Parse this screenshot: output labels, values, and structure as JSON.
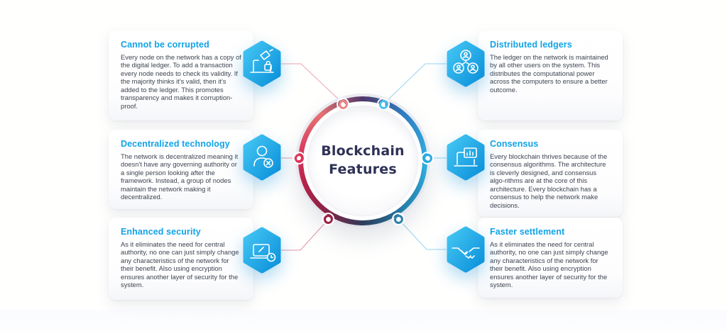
{
  "center": {
    "line1": "Blockchain",
    "line2": "Features"
  },
  "features": {
    "left": [
      {
        "title": "Cannot be corrupted",
        "body": "Every node on the network has a copy of the digital ledger. To add a transaction every node needs to check its validity. If the majority thinks it's valid, then it's added to the ledger. This promotes transparency and makes it corruption-proof.",
        "icon": "ballot-laptop-icon"
      },
      {
        "title": "Decentralized technology",
        "body": "The network is decentralized meaning it doesn't have any governing authority or a single person looking after the framework. Instead, a group of nodes maintain the network making it decentralized.",
        "icon": "user-remove-icon"
      },
      {
        "title": "Enhanced security",
        "body": "As it eliminates the need for central authority, no one can just simply change any characteristics of the network for their benefit. Also using encryption ensures another layer of security for the system.",
        "icon": "laptop-secure-icon"
      }
    ],
    "right": [
      {
        "title": "Distributed ledgers",
        "body": "The ledger on the network is maintained by all other users on the system. This distributes the computational power across the computers to ensure a better outcome.",
        "icon": "user-network-icon"
      },
      {
        "title": "Consensus",
        "body": "Every blockchain thrives because of the consensus algorithms. The architecture is cleverly designed, and consensus algo-rithms are at the core of this architecture. Every blockchain has a consensus to help the network make decisions.",
        "icon": "laptop-chart-icon"
      },
      {
        "title": "Faster settlement",
        "body": "As it eliminates the need for central authority, no one can just simply change any characteristics of the network for their benefit. Also using encryption ensures another layer of security for the system.",
        "icon": "handshake-icon"
      }
    ]
  },
  "colors": {
    "card_title_blue": "#12a3e6",
    "body_text": "#3e4450",
    "center_text_navy": "#2e3156",
    "hexagon_gradient_top": "#45c6f3",
    "hexagon_gradient_bottom": "#0a90da",
    "ring_red": "#e0335a",
    "ring_cyan": "#2fb9ec",
    "ring_purple_top": "#50396b",
    "ring_navy_bottom": "#2a3c59",
    "connector_left_pink": "#efa3ab",
    "connector_right_blue": "#97d3f1",
    "node_colors": [
      "#ee8484",
      "#4cc2f1",
      "#e13459",
      "#28a9e2",
      "#9c1f44",
      "#2b80a9"
    ]
  }
}
